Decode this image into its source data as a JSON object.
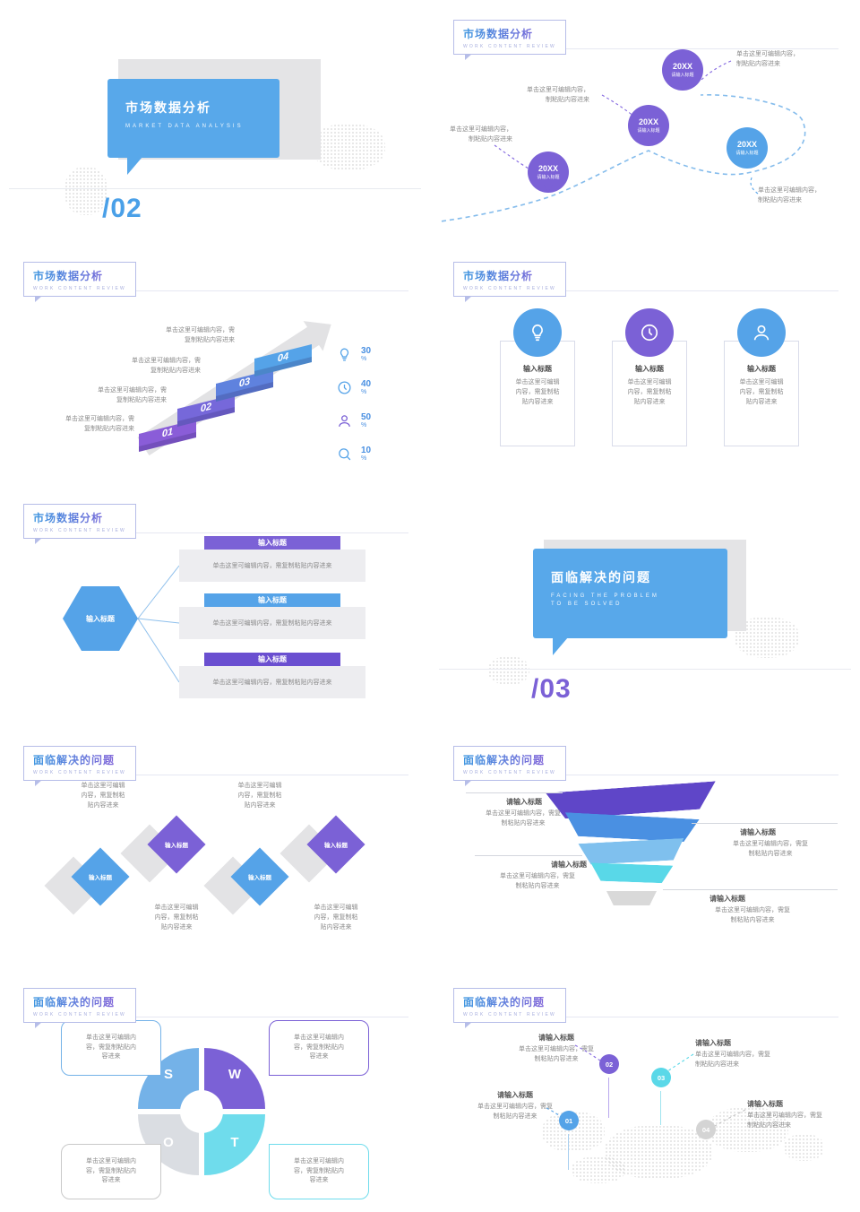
{
  "palette": {
    "blue": "#55a3e8",
    "purple": "#7b61d6",
    "deep_purple": "#5f46c8",
    "light_blue": "#7fc0ee",
    "cyan": "#5ad8e8",
    "gray": "#d9d9d9",
    "text_gray": "#8b8b8b"
  },
  "headers": {
    "market": {
      "title": "市场数据分析",
      "subtitle": "WORK CONTENT REVIEW"
    },
    "problem": {
      "title": "面临解决的问题",
      "subtitle": "WORK CONTENT REVIEW"
    }
  },
  "texts": {
    "edit_short": "单击这里可编辑内容，制粘贴内容进来",
    "edit_long": "单击这里可编辑内容，需复制粘贴内容进来",
    "enter_title": "输入标题",
    "please_title": "请输入标题"
  },
  "s1": {
    "title": "市场数据分析",
    "subtitle": "MARKET DATA ANALYSIS",
    "number": "/02"
  },
  "s2": {
    "pin_year": "20XX"
  },
  "s3": {
    "steps": [
      "01",
      "02",
      "03",
      "04"
    ],
    "stats": [
      {
        "icon": "bulb-icon",
        "value": "30",
        "unit": "%"
      },
      {
        "icon": "clock-icon",
        "value": "40",
        "unit": "%"
      },
      {
        "icon": "person-icon",
        "value": "50",
        "unit": "%"
      },
      {
        "icon": "search-icon",
        "value": "10",
        "unit": "%"
      }
    ]
  },
  "s6": {
    "title": "面临解决的问题",
    "subtitle_line1": "FACING THE PROBLEM",
    "subtitle_line2": "TO BE SOLVED",
    "number": "/03"
  },
  "s9": {
    "letters": [
      "S",
      "W",
      "O",
      "T"
    ]
  },
  "s10": {
    "pin_nums": [
      "01",
      "02",
      "03",
      "04"
    ]
  }
}
